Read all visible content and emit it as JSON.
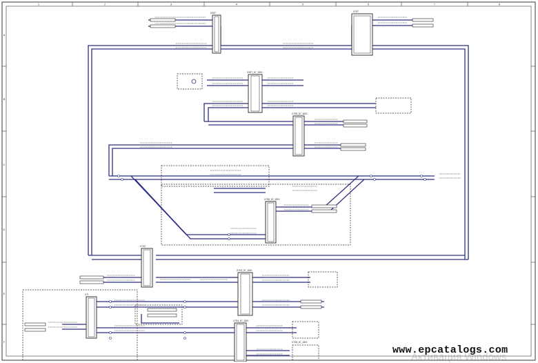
{
  "frame": {
    "columns": [
      "1",
      "2",
      "3",
      "4",
      "5",
      "6",
      "7",
      "8"
    ],
    "rows": [
      "A",
      "B",
      "C",
      "D",
      "E",
      "F"
    ]
  },
  "connectors": [
    {
      "id": "c1",
      "label": "X3ST"
    },
    {
      "id": "c2",
      "label": "X7ST"
    },
    {
      "id": "c3",
      "label": "X3G7_87_1DIS"
    },
    {
      "id": "c4",
      "label": "X7G8_87_1DIS"
    },
    {
      "id": "c5",
      "label": "X7G8_87_1DIS"
    },
    {
      "id": "c6",
      "label": "X7G2"
    },
    {
      "id": "c7",
      "label": "X7G3_87_1DIS"
    },
    {
      "id": "c8",
      "label": "X71"
    },
    {
      "id": "c9",
      "label": "X7G4_87_1DIS"
    },
    {
      "id": "c10",
      "label": "X7G5_87_1DIS"
    }
  ],
  "overlay": {
    "url": "www.epcatalogs.com",
    "watermark": "Активация Windows"
  },
  "colors": {
    "wire": "#2b2e83",
    "ink": "#222222",
    "frame": "#333333"
  }
}
